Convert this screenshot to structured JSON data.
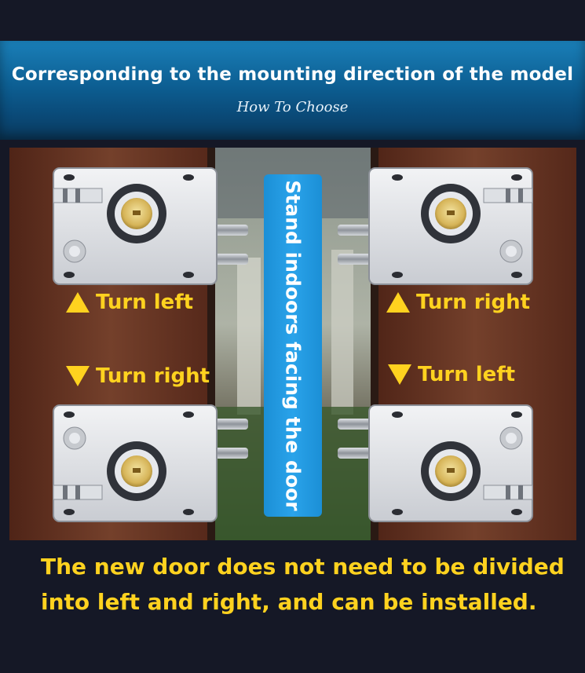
{
  "banner": {
    "title": "Corresponding to the mounting direction of the model",
    "subtitle": "How To Choose"
  },
  "labels": {
    "top_left": "Turn left",
    "top_right": "Turn right",
    "bottom_left": "Turn right",
    "bottom_right": "Turn left"
  },
  "center_badge": "Stand indoors facing the door",
  "caption": {
    "line1": "The new door does not need to be divided",
    "line2": "into left and right, and can be installed."
  },
  "colors": {
    "banner": "#0d5f93",
    "accent_yellow": "#ffd21f",
    "badge_blue": "#1b8fd6",
    "door_wood": "#6e3a27",
    "background": "#151826"
  }
}
